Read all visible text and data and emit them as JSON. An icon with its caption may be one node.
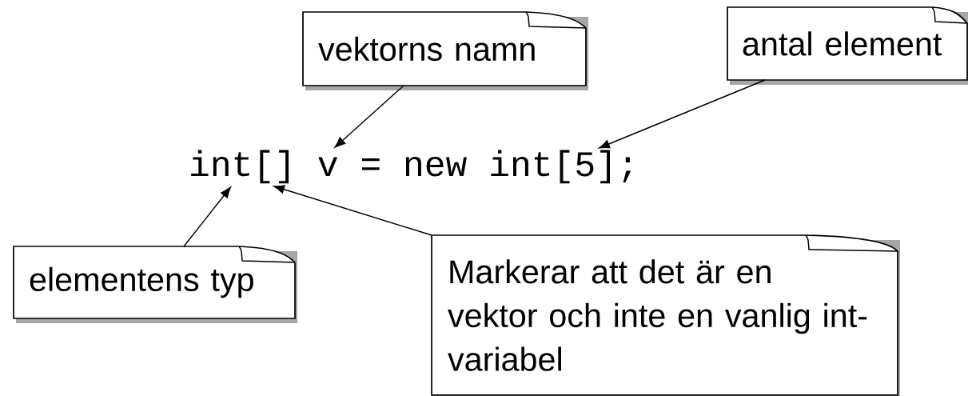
{
  "diagram": {
    "nodes": [
      {
        "text": [
          "vektorns namn"
        ]
      },
      {
        "text": [
          "antal element"
        ]
      },
      {
        "text": [
          "elementens typ"
        ]
      },
      {
        "text": [
          "Markerar att det är en vektor och inte en vanlig int-variabel"
        ]
      },
      {
        "text": [
          "int[] v = new int[5];"
        ]
      }
    ],
    "edges": [
      {
        "from": 0,
        "to": 4,
        "arrow": "to"
      },
      {
        "from": 1,
        "to": 4,
        "arrow": "to"
      },
      {
        "from": 2,
        "to": 4,
        "arrow": "to"
      },
      {
        "from": 3,
        "to": 4,
        "arrow": "to"
      }
    ]
  }
}
